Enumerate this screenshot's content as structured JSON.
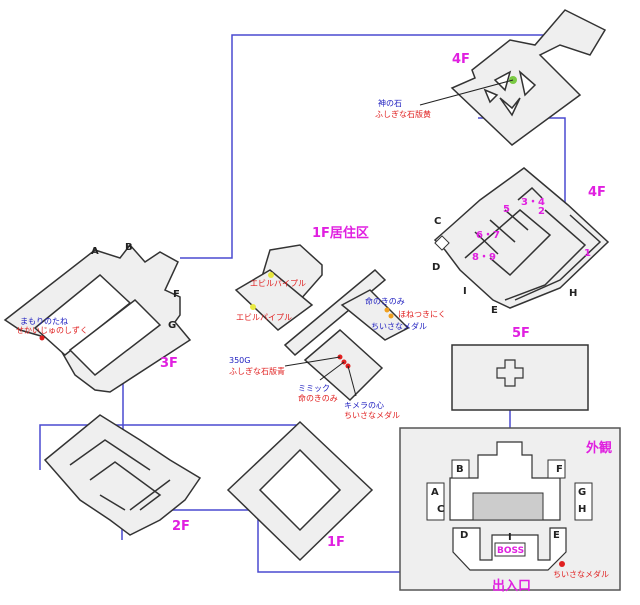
{
  "floors": {
    "f4_top": "4F",
    "f4_maze": "4F",
    "f3": "3F",
    "f1_res": "1F居住区",
    "f2": "2F",
    "f1": "1F",
    "f5": "5F",
    "exterior": "外観",
    "entrance": "出入口"
  },
  "labels3f": {
    "a": "A",
    "b": "B",
    "f": "F",
    "g": "G"
  },
  "labels4f": {
    "c": "C",
    "d": "D",
    "i": "I",
    "e": "E",
    "h": "H",
    "n1": "1",
    "n2": "2",
    "n34": "3・4",
    "n5": "5",
    "n67": "6・7",
    "n89": "8・9"
  },
  "labelsExt": {
    "a": "A",
    "b": "B",
    "c": "C",
    "d": "D",
    "e": "E",
    "f": "F",
    "g": "G",
    "h": "H",
    "i": "I",
    "boss": "BOSS"
  },
  "items": {
    "f4_blue": "神の石",
    "f4_red": "ふしぎな石版黄",
    "f3_blue": "まもりのたね",
    "f3_red": "せかいじゅのしずく",
    "res_evil1": "エビルパイプル",
    "res_evil2": "エビルパイプル",
    "res_g": "350G",
    "res_tablet": "ふしぎな石版青",
    "res_life": "命のきのみ",
    "res_meat": "ほねつきにく",
    "res_medal": "ちいさなメダル",
    "res_mimic": "ミミック",
    "res_life2": "命のきのみ",
    "res_chimera": "キメラの心",
    "res_medal2": "ちいさなメダル",
    "ext_medal": "ちいさなメダル"
  },
  "colors": {
    "floor_label": "#e020e0",
    "link": "#4a4ad0",
    "item_red": "#e02020",
    "item_blue": "#2020c0"
  }
}
